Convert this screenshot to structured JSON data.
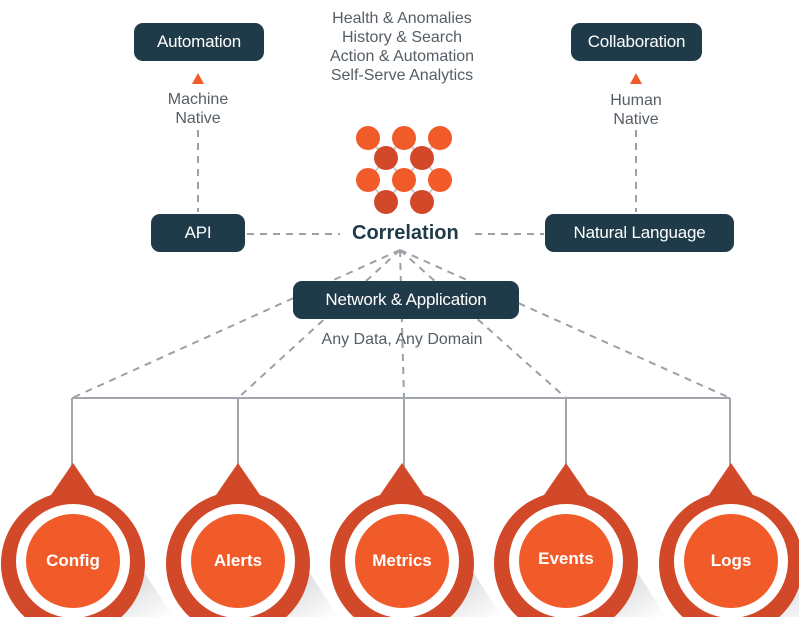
{
  "capabilities": [
    "Health & Anomalies",
    "History & Search",
    "Action & Automation",
    "Self-Serve Analytics"
  ],
  "nodes": {
    "automation": "Automation",
    "collaboration": "Collaboration",
    "api": "API",
    "correlation": "Correlation",
    "natural_language": "Natural Language",
    "network_application": "Network & Application"
  },
  "annotations": {
    "machine_native": [
      "Machine",
      "Native"
    ],
    "human_native": [
      "Human",
      "Native"
    ],
    "any_data": "Any Data, Any Domain"
  },
  "sources": [
    "Config",
    "Alerts",
    "Metrics",
    "Events",
    "Logs"
  ],
  "colors": {
    "navy": "#1f3a48",
    "orange": "#f15a29",
    "dark_orange": "#d2492a",
    "gray_text": "#555e66",
    "line": "#9aa0a6"
  }
}
